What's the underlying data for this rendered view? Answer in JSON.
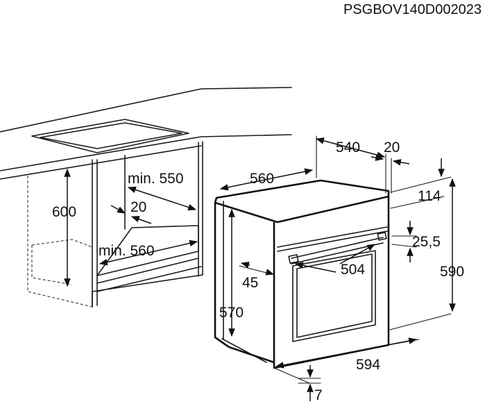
{
  "document_code": "PSGBOV140D002023",
  "dimensions": {
    "niche_depth_min": "min. 550",
    "niche_offset": "20",
    "niche_width_min": "min. 560",
    "niche_height": "600",
    "oven_width_top": "560",
    "oven_depth": "540",
    "front_projection": "20",
    "panel_height": "114",
    "handle_offset": "25,5",
    "handle_length": "504",
    "side_offset": "45",
    "oven_height_total": "590",
    "oven_body_height": "570",
    "front_width": "594",
    "bottom_gap": "7"
  }
}
